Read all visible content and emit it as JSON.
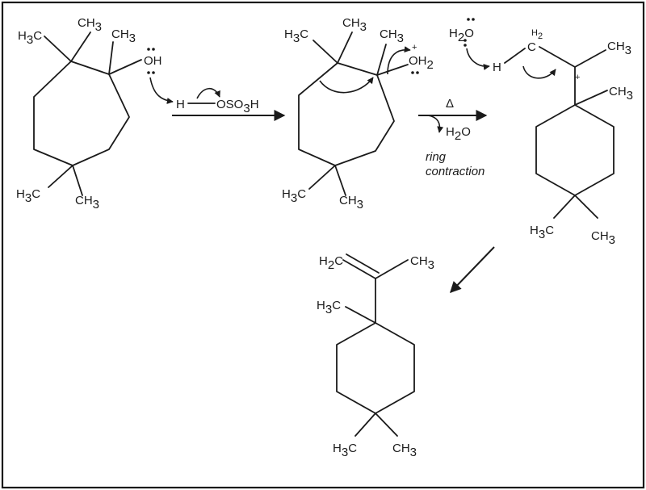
{
  "labels": {
    "ch3": "CH",
    "h3c": "H",
    "sub3": "3",
    "sub2": "2",
    "c_after_h3": "C",
    "oh": "OH",
    "h": "H",
    "h2": "H",
    "c": "C",
    "o": "O",
    "plus": "+",
    "oso3h_a": "OSO",
    "oso3h_b": "H"
  },
  "conditions": {
    "heat": "Δ",
    "water_h": "H",
    "water_o": "O",
    "ring_line1": "ring",
    "ring_line2": "contraction"
  }
}
